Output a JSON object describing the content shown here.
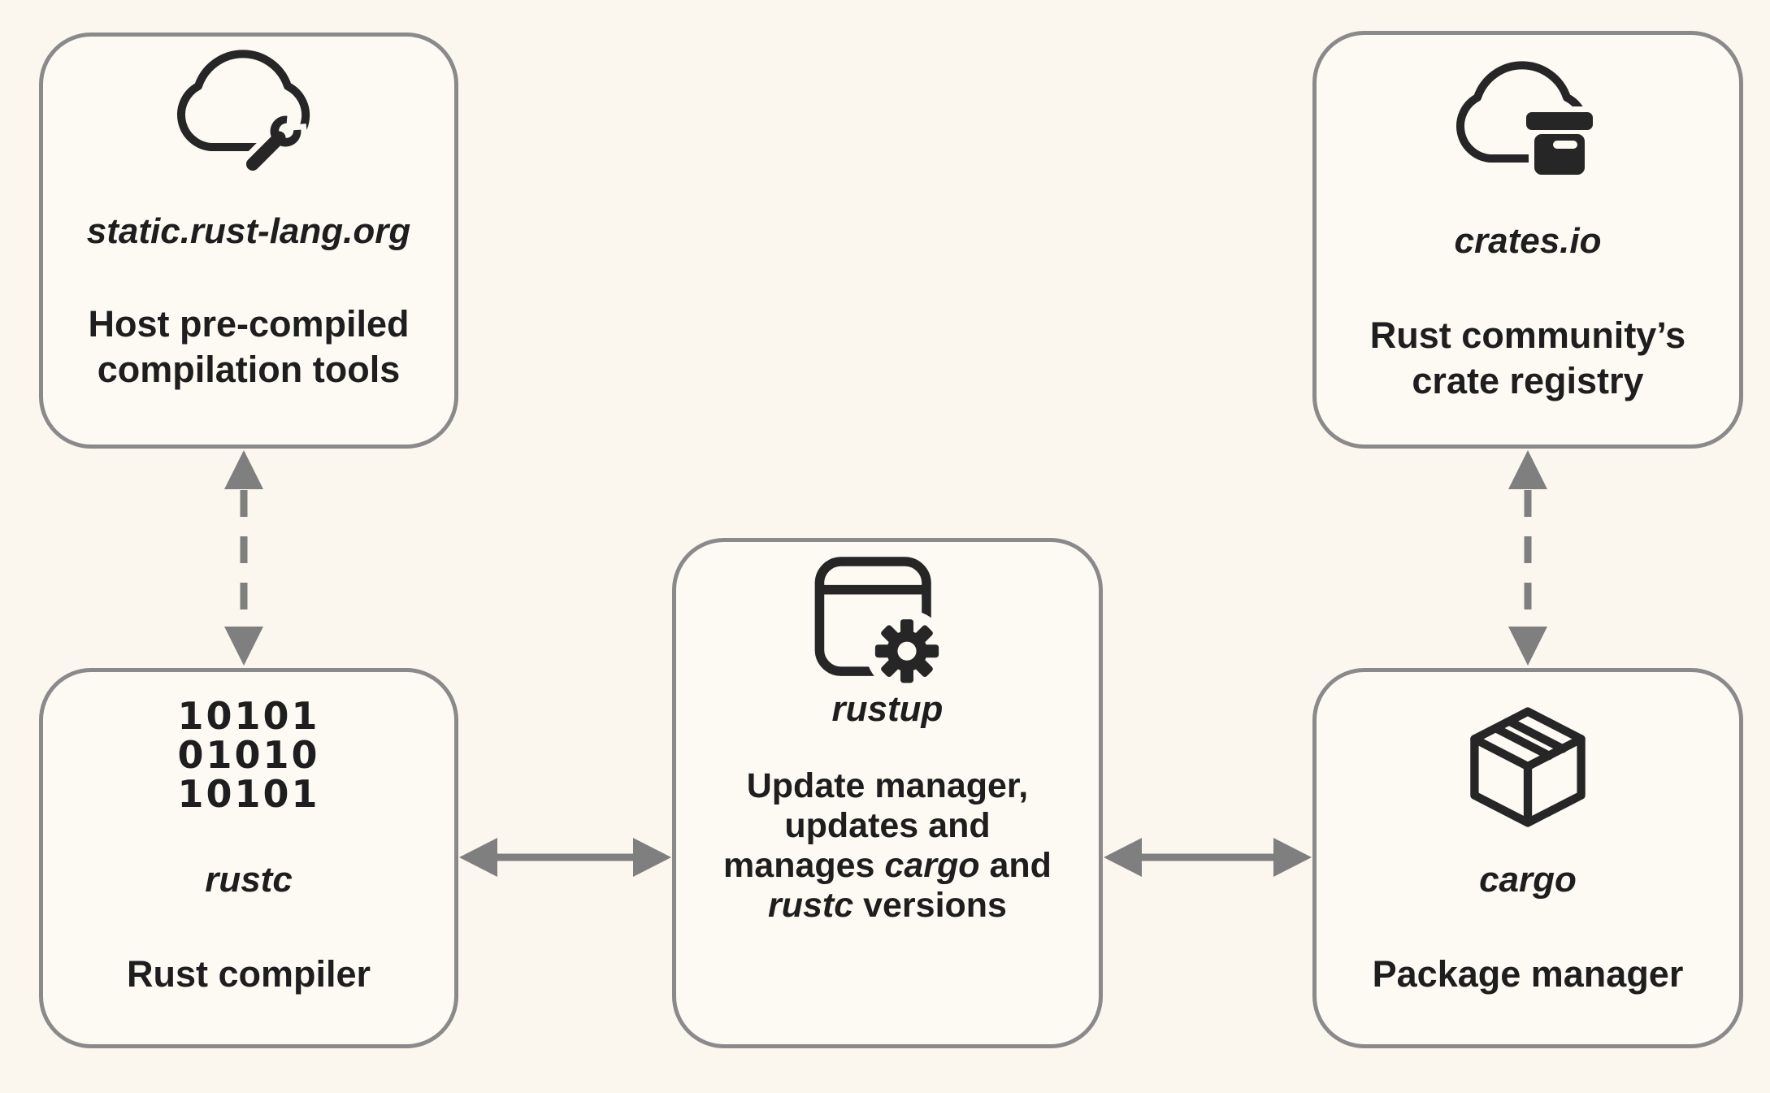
{
  "colors": {
    "background": "#fbf6ee",
    "box_fill": "#fdfaf4",
    "box_border": "#8a8a8a",
    "arrow": "#7f7f7f",
    "text": "#1e1e1e",
    "icon": "#262626"
  },
  "nodes": {
    "static_rust_lang_org": {
      "icon": "cloud-wrench-icon",
      "title": "static.rust-lang.org",
      "lines": [
        "Host pre-compiled",
        "compilation tools"
      ]
    },
    "crates_io": {
      "icon": "cloud-crate-icon",
      "title": "crates.io",
      "lines": [
        "Rust community’s",
        "crate registry"
      ]
    },
    "rustup": {
      "icon": "window-gear-icon",
      "title": "rustup",
      "desc": {
        "l1": "Update manager,",
        "l2": "updates and",
        "l3a": "manages ",
        "l3b": "cargo",
        "l3c": " and",
        "l4a": "rustc",
        "l4b": " versions"
      }
    },
    "rustc": {
      "icon": "binary-code-icon",
      "binary": [
        "10101",
        "01010",
        "10101"
      ],
      "title": "rustc",
      "lines": [
        "Rust compiler"
      ]
    },
    "cargo": {
      "icon": "package-box-icon",
      "title": "cargo",
      "lines": [
        "Package manager"
      ]
    }
  },
  "edges": [
    {
      "from": "static.rust-lang.org",
      "to": "rustc",
      "style": "dashed",
      "direction": "bidirectional"
    },
    {
      "from": "crates.io",
      "to": "cargo",
      "style": "dashed",
      "direction": "bidirectional"
    },
    {
      "from": "rustc",
      "to": "rustup",
      "style": "solid",
      "direction": "bidirectional"
    },
    {
      "from": "rustup",
      "to": "cargo",
      "style": "solid",
      "direction": "bidirectional"
    }
  ]
}
